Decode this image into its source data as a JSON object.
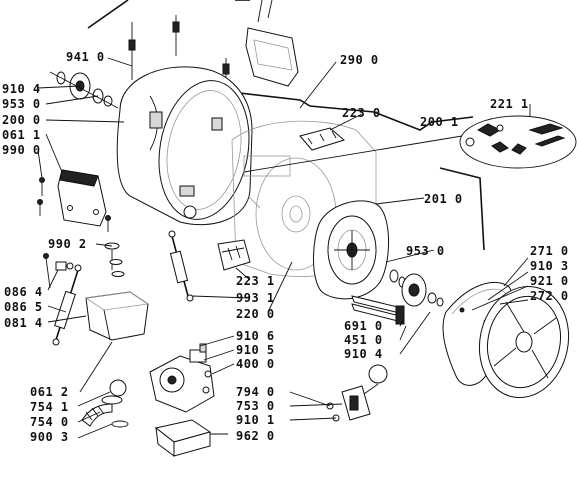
{
  "diagram": {
    "labels": {
      "l9410": "941 0",
      "l9104a": "910 4",
      "l9530a": "953 0",
      "l2000": "200 0",
      "l0611": "061 1",
      "l9900": "990 0",
      "l2900": "290 0",
      "l2230": "223 0",
      "l2001": "200 1",
      "l2211": "221 1",
      "l2010": "201 0",
      "l9902": "990 2",
      "l0864": "086 4",
      "l0865": "086 5",
      "l0814": "081 4",
      "l2231": "223 1",
      "l9931": "993 1",
      "l2200": "220 0",
      "l9106": "910 6",
      "l9105": "910 5",
      "l4000": "400 0",
      "l9530b": "953 0",
      "l2710": "271 0",
      "l9103": "910 3",
      "l9210": "921 0",
      "l2720": "272 0",
      "l6910": "691 0",
      "l4510": "451 0",
      "l9104b": "910 4",
      "l0612": "061 2",
      "l7541": "754 1",
      "l7540": "754 0",
      "l9003": "900 3",
      "l7940": "794 0",
      "l7530": "753 0",
      "l9101": "910 1",
      "l9620": "962 0"
    }
  }
}
